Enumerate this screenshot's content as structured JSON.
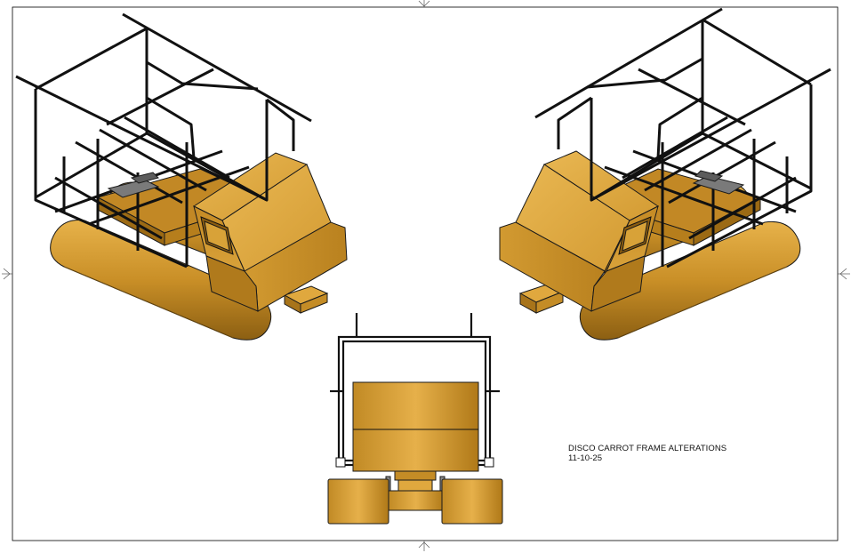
{
  "drawing": {
    "title": "DISCO CARROT FRAME ALTERATIONS",
    "date": "11-10-25"
  },
  "colors": {
    "body_light": "#E0A73E",
    "body_mid": "#C98F27",
    "body_dark": "#8C5F12",
    "edge": "#1a1a1a",
    "frame": "#111111",
    "border": "#000000",
    "background": "#ffffff"
  },
  "views": [
    "isometric-left",
    "isometric-right",
    "front"
  ],
  "marks": [
    "center-mark-top",
    "center-mark-bottom",
    "center-mark-left",
    "center-mark-right"
  ]
}
